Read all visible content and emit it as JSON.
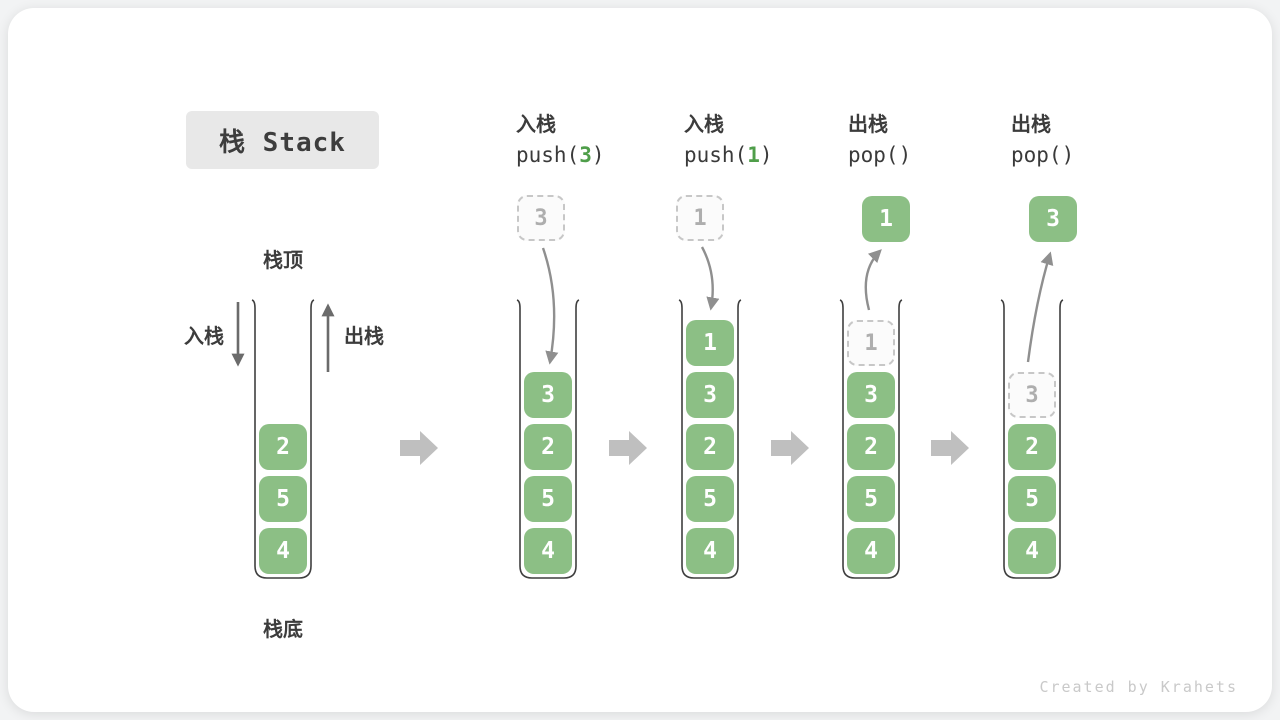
{
  "title": "栈 Stack",
  "watermark": "Created by Krahets",
  "palette": {
    "element_green": "#8cbf85",
    "code_arg_green": "#4f9e4a",
    "curved_arrow_gray": "#8f8f8f",
    "flow_arrow_gray": "#bfbfbf",
    "ghost_border_gray": "#c7c7c7",
    "ghost_text_gray": "#aeaeae",
    "label_dark": "#3c3c3c",
    "title_box_bg": "#e8e8e8"
  },
  "base_stack": {
    "top_label": "栈顶",
    "bottom_label": "栈底",
    "push_label": "入栈",
    "pop_label": "出栈",
    "items": [
      "2",
      "5",
      "4"
    ]
  },
  "step_push3": {
    "op_label": "入栈",
    "code_pre": "push(",
    "code_arg": "3",
    "code_post": ")",
    "incoming": "3",
    "items": [
      "3",
      "2",
      "5",
      "4"
    ]
  },
  "step_push1": {
    "op_label": "入栈",
    "code_pre": "push(",
    "code_arg": "1",
    "code_post": ")",
    "incoming": "1",
    "items": [
      "1",
      "3",
      "2",
      "5",
      "4"
    ]
  },
  "step_pop1": {
    "op_label": "出栈",
    "code_pre": "pop()",
    "code_arg": "",
    "code_post": "",
    "popped": "1",
    "ghost": "1",
    "items": [
      "3",
      "2",
      "5",
      "4"
    ]
  },
  "step_pop3": {
    "op_label": "出栈",
    "code_pre": "pop()",
    "code_arg": "",
    "code_post": "",
    "popped": "3",
    "ghost": "3",
    "items": [
      "2",
      "5",
      "4"
    ]
  }
}
